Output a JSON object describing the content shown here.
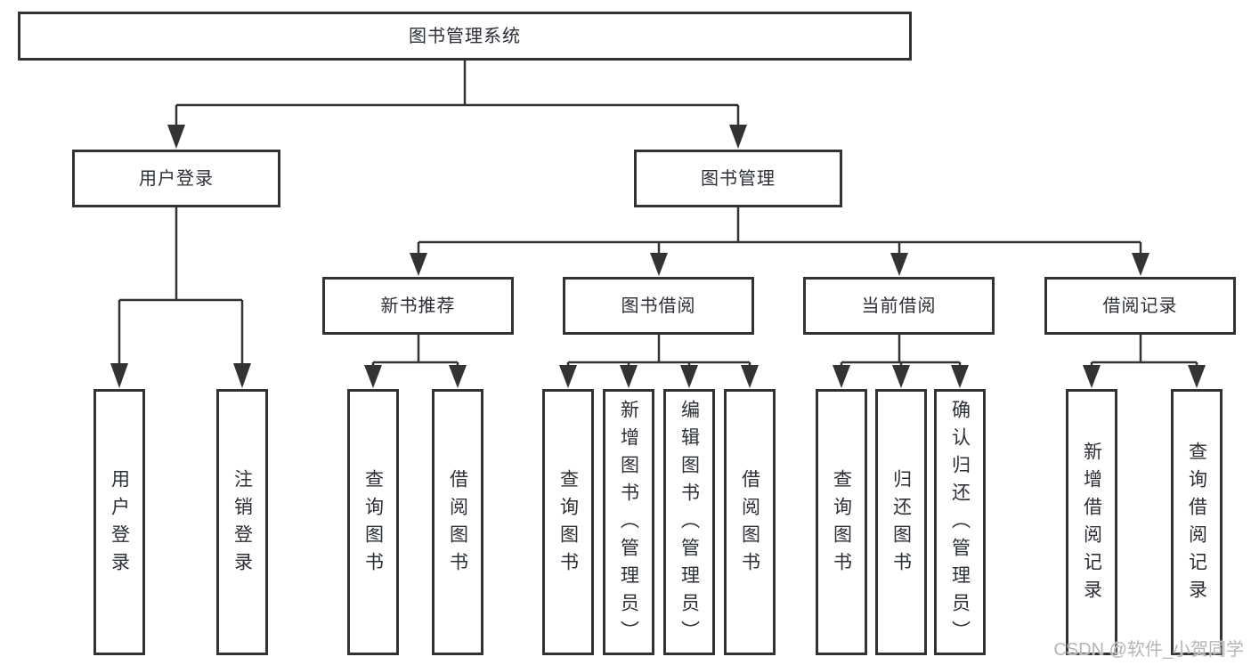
{
  "diagram": {
    "root": {
      "label": "图书管理系统"
    },
    "level2": [
      {
        "label": "用户登录"
      },
      {
        "label": "图书管理"
      }
    ],
    "level3": [
      {
        "label": "新书推荐",
        "parent": "图书管理"
      },
      {
        "label": "图书借阅",
        "parent": "图书管理"
      },
      {
        "label": "当前借阅",
        "parent": "图书管理"
      },
      {
        "label": "借阅记录",
        "parent": "图书管理"
      }
    ],
    "leaves": [
      {
        "label": "用户登录",
        "parent": "用户登录"
      },
      {
        "label": "注销登录",
        "parent": "用户登录"
      },
      {
        "label": "查询图书",
        "parent": "新书推荐"
      },
      {
        "label": "借阅图书",
        "parent": "新书推荐"
      },
      {
        "label": "查询图书",
        "parent": "图书借阅"
      },
      {
        "label": "新增图书（管理员）",
        "parent": "图书借阅"
      },
      {
        "label": "编辑图书（管理员）",
        "parent": "图书借阅"
      },
      {
        "label": "借阅图书",
        "parent": "图书借阅"
      },
      {
        "label": "查询图书",
        "parent": "当前借阅"
      },
      {
        "label": "归还图书",
        "parent": "当前借阅"
      },
      {
        "label": "确认归还（管理员）",
        "parent": "当前借阅"
      },
      {
        "label": "新增借阅记录",
        "parent": "借阅记录"
      },
      {
        "label": "查询借阅记录",
        "parent": "借阅记录"
      }
    ],
    "watermark": "CSDN @软件_小贺同学",
    "colors": {
      "line": "#333333",
      "text": "#2b2f36",
      "watermark": "#b5b5b5",
      "background": "#ffffff"
    }
  }
}
